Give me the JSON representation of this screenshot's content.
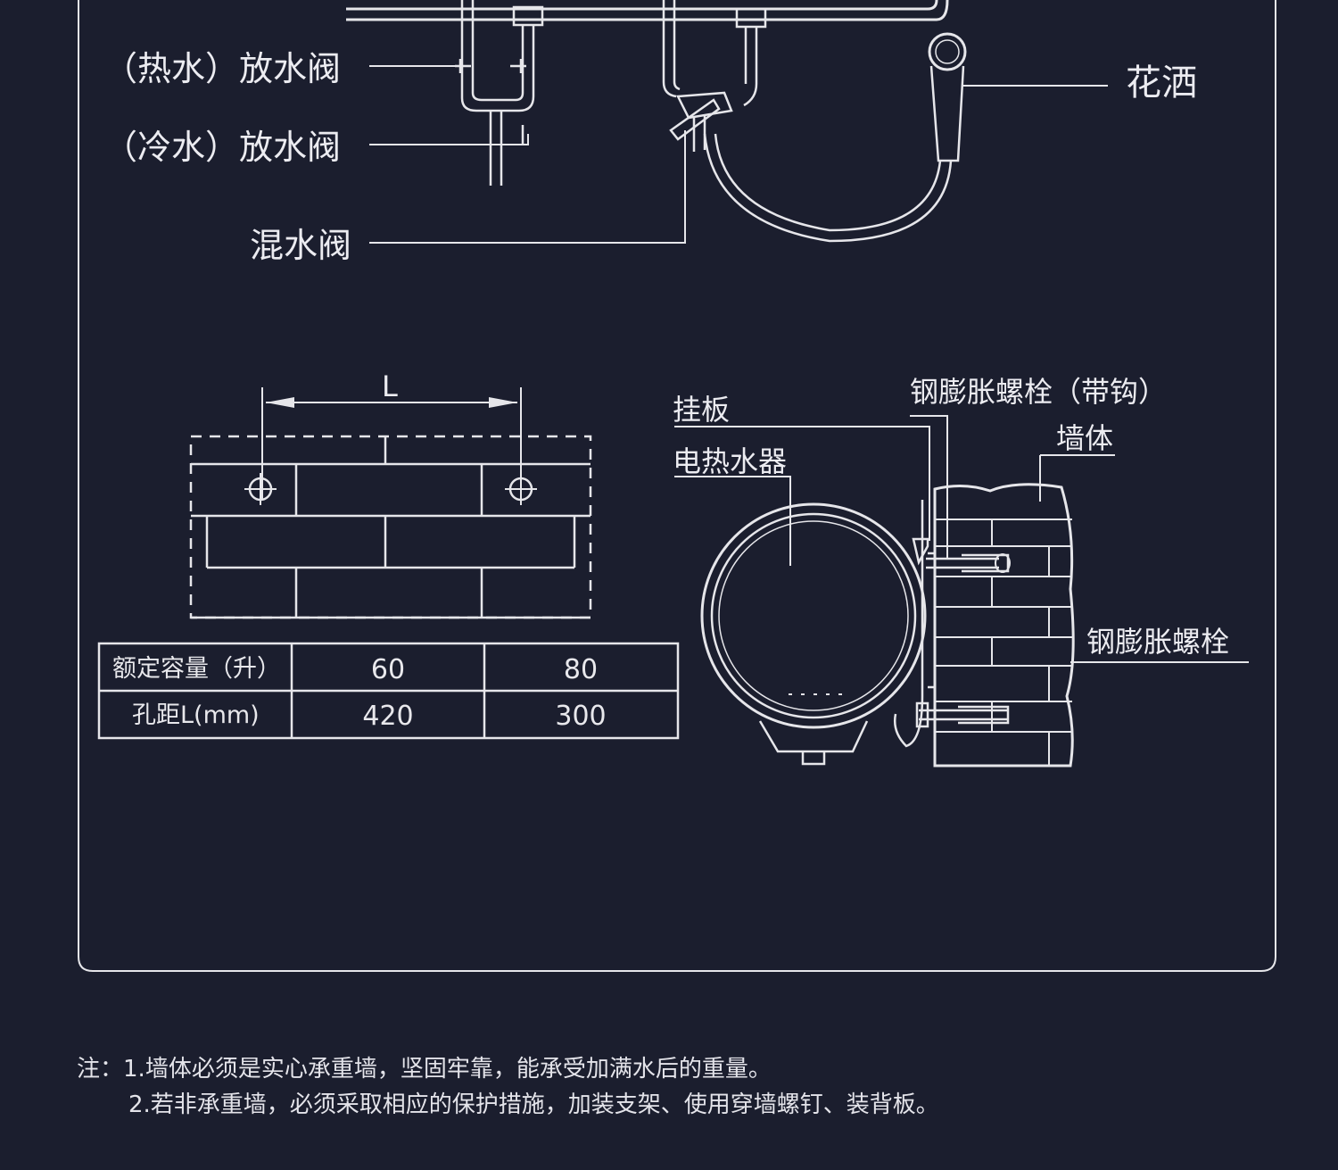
{
  "labels": {
    "hot_drain_valve": "（热水）放水阀",
    "cold_drain_valve": "（冷水）放水阀",
    "mixing_valve": "混水阀",
    "shower_head": "花洒",
    "dimension_L": "L",
    "hanging_plate": "挂板",
    "water_heater": "电热水器",
    "hook_bolt": "钢膨胀螺栓（带钩）",
    "wall": "墙体",
    "expansion_bolt": "钢膨胀螺栓"
  },
  "table": {
    "header": [
      "额定容量（升）",
      "60",
      "80"
    ],
    "rows": [
      [
        "孔距L(mm)",
        "420",
        "300"
      ]
    ]
  },
  "notes": {
    "prefix": "注：",
    "line1": "1.墙体必须是实心承重墙，坚固牢靠，能承受加满水后的重量。",
    "line2": "2.若非承重墙，必须采取相应的保护措施，加装支架、使用穿墙螺钉、装背板。"
  },
  "colors": {
    "background": "#1b1e2e",
    "line": "#e6e6ea"
  }
}
